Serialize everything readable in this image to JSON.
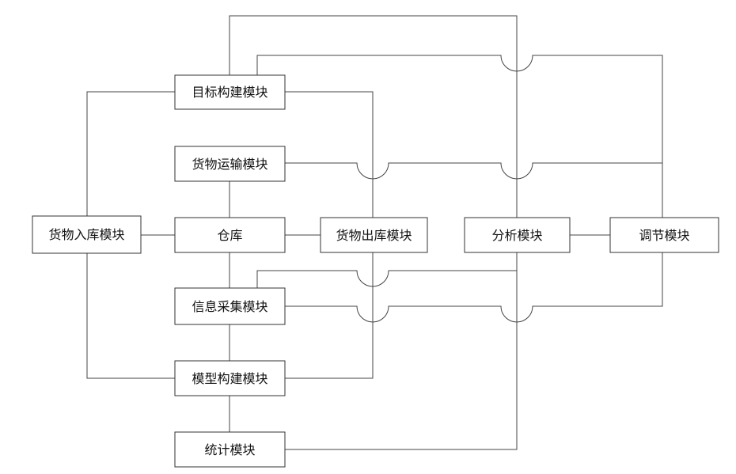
{
  "modules": {
    "target_build": "目标构建模块",
    "goods_transport": "货物运输模块",
    "warehouse": "仓库",
    "info_collect": "信息采集模块",
    "model_build": "模型构建模块",
    "statistics": "统计模块",
    "goods_inbound": "货物入库模块",
    "goods_outbound": "货物出库模块",
    "analysis": "分析模块",
    "adjust": "调节模块"
  }
}
